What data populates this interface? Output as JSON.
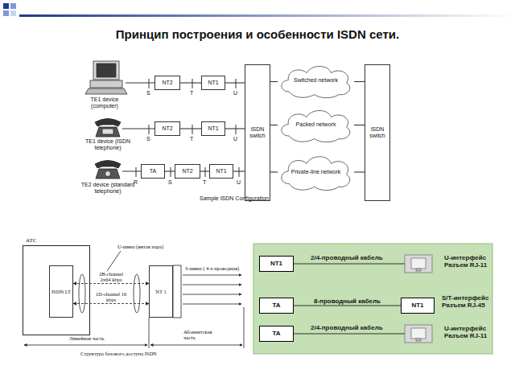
{
  "diagram": {
    "title": "Принцип построения и особенности ISDN сети.",
    "nodes": [
      {
        "text": [
          "NT2"
        ]
      },
      {
        "text": [
          "NT1"
        ]
      },
      {
        "text": [
          "NT2"
        ]
      },
      {
        "text": [
          "NT1"
        ]
      },
      {
        "text": [
          "TA"
        ]
      },
      {
        "text": [
          "NT2"
        ]
      },
      {
        "text": [
          "NT1"
        ]
      },
      {
        "text": [
          "ISDN switch"
        ]
      },
      {
        "text": [
          "Switched network"
        ]
      },
      {
        "text": [
          "Packed network"
        ]
      },
      {
        "text": [
          "Private-line network"
        ]
      },
      {
        "text": [
          "ISDN switch"
        ]
      },
      {
        "text": [
          "АТС"
        ]
      },
      {
        "text": [
          "ISDN LT"
        ],
        "in": 12
      },
      {
        "text": [
          "NT 1"
        ]
      },
      {
        "text": [
          "NT1"
        ]
      },
      {
        "text": [
          "TA"
        ]
      },
      {
        "text": [
          "TA"
        ]
      },
      {
        "text": [
          "NT1"
        ]
      }
    ],
    "edges": [
      {
        "from": 0,
        "to": 1,
        "arrow": "none"
      },
      {
        "from": 1,
        "to": 7,
        "arrow": "none"
      },
      {
        "from": 2,
        "to": 3,
        "arrow": "none"
      },
      {
        "from": 3,
        "to": 7,
        "arrow": "none"
      },
      {
        "from": 4,
        "to": 5,
        "arrow": "none"
      },
      {
        "from": 5,
        "to": 6,
        "arrow": "none"
      },
      {
        "from": 6,
        "to": 7,
        "arrow": "none"
      },
      {
        "from": 7,
        "to": 8,
        "arrow": "none"
      },
      {
        "from": 7,
        "to": 9,
        "arrow": "none"
      },
      {
        "from": 7,
        "to": 10,
        "arrow": "none"
      },
      {
        "from": 8,
        "to": 11,
        "arrow": "none"
      },
      {
        "from": 9,
        "to": 11,
        "arrow": "none"
      },
      {
        "from": 10,
        "to": 11,
        "arrow": "none"
      },
      {
        "from": 13,
        "to": 14,
        "label": "2B-channel 2x64 kbps",
        "arrow": "both"
      },
      {
        "from": 13,
        "to": 14,
        "label": "1D-channel 16 kbps",
        "arrow": "both"
      },
      {
        "from": 16,
        "to": 18,
        "label": "8-проводный кабель",
        "arrow": "none"
      }
    ],
    "labels": [
      "TE1 device (computer)",
      "TE1 device (ISDN telephone)",
      "TE2 device (standard telephone)",
      "S",
      "T",
      "U",
      "S",
      "T",
      "U",
      "R",
      "S",
      "T",
      "U",
      "Sample ISDN Configuration",
      "U-шина (витая пара)",
      "S-шина ( 4-х проводная)",
      "Линейная часть",
      "Абонентская часть",
      "Структура базового доступа ISDN",
      "2/4-проводный кабель",
      "2/4-проводный кабель",
      "U-интерфейс Разъем RJ-11",
      "S/T-интерфейс Разъем RJ-45",
      "U-интерфейс Разъем RJ-11"
    ]
  }
}
